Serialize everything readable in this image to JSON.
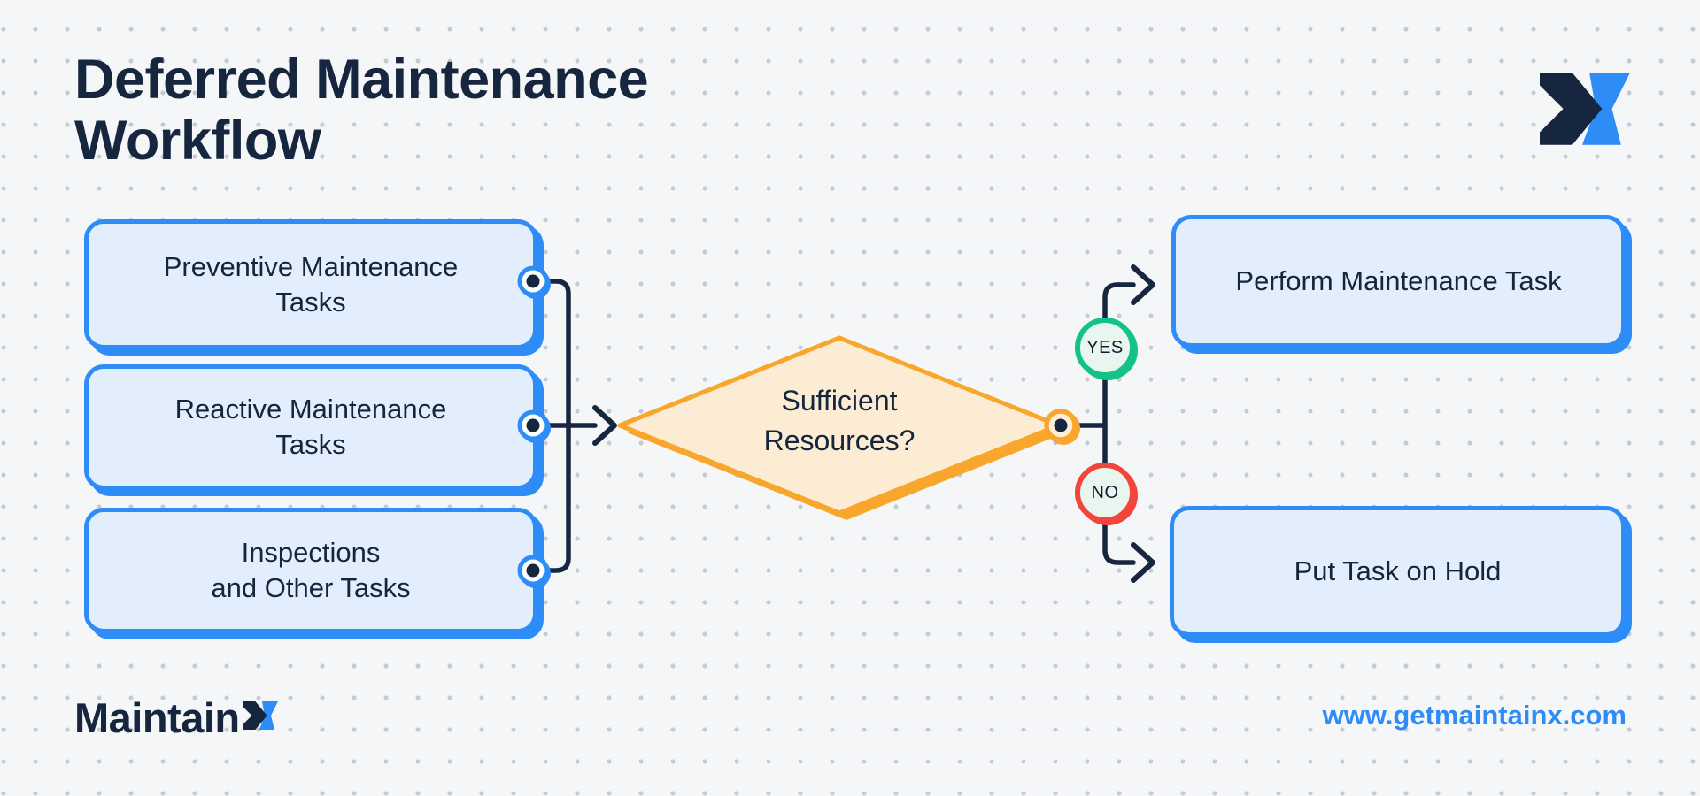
{
  "header": {
    "title_line1": "Deferred Maintenance",
    "title_line2": "Workflow"
  },
  "flow": {
    "sources": [
      {
        "line1": "Preventive Maintenance",
        "line2": "Tasks"
      },
      {
        "line1": "Reactive Maintenance",
        "line2": "Tasks"
      },
      {
        "line1": "Inspections",
        "line2": "and Other Tasks"
      }
    ],
    "decision": {
      "line1": "Sufficient",
      "line2": "Resources?"
    },
    "yes_label": "YES",
    "no_label": "NO",
    "outcomes": [
      {
        "label": "Perform Maintenance Task"
      },
      {
        "label": "Put Task on Hold"
      }
    ]
  },
  "footer": {
    "brand_text": "Maintain",
    "website": "www.getmaintainx.com"
  },
  "colors": {
    "background": "#f4f6f8",
    "dot": "#c6cad1",
    "navy": "#16263e",
    "blue": "#2e8cf7",
    "box_fill": "#e2eefc",
    "orange": "#f8a62c",
    "diamond_fill": "#fcecd4",
    "green": "#13c286",
    "red": "#f2453d",
    "badge_fill": "#e9f6ef",
    "link": "#2e8cf7"
  },
  "icons": {
    "brand_mark": "maintainx-x-logo"
  }
}
